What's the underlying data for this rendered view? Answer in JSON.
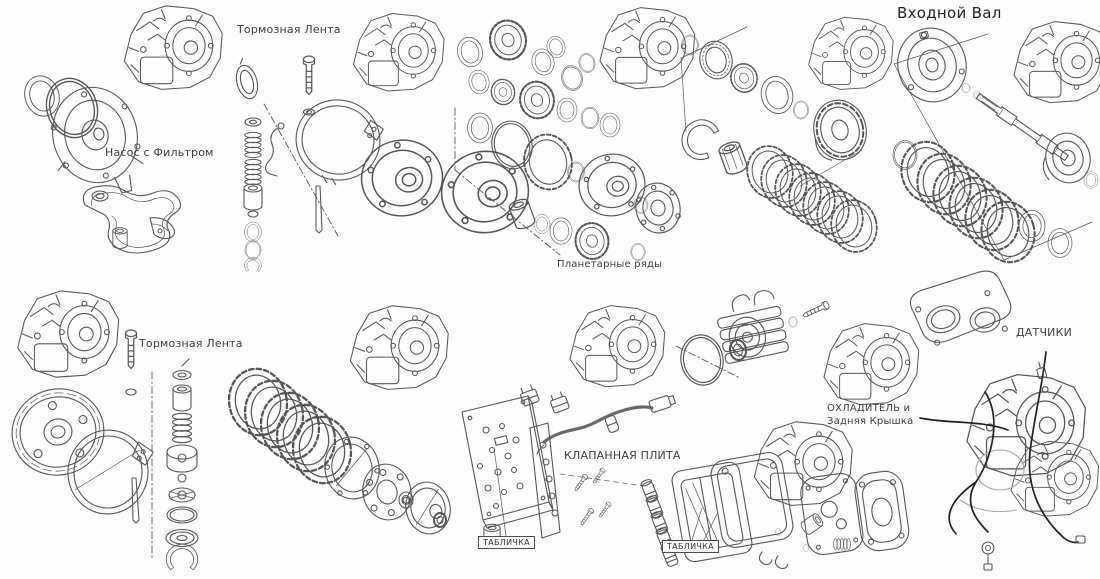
{
  "diagram": {
    "colors": {
      "paper": "#fefefe",
      "ink": "#565656",
      "ink_faint": "#a6a6a6",
      "wire": "#222222",
      "text": "#3c3c3c"
    },
    "labels": {
      "pump_filter": "Насос с Фильтром",
      "brake_band_top": "Тормозная Лента",
      "planetary_rows": "Планетарные ряды",
      "input_shaft": "Входной Вал",
      "brake_band_bottom": "Тормозная Лента",
      "valve_plate": "КЛАПАННАЯ ПЛИТА",
      "cooler_rear_cover_line1": "ОХЛАДИТЕЛЬ и",
      "cooler_rear_cover_line2": "Задняя Крышка",
      "sensors": "ДАТЧИКИ",
      "tag_valve_plate": "ТАБЛИЧКА",
      "tag_rear_cover": "ТАБЛИЧКА"
    }
  }
}
